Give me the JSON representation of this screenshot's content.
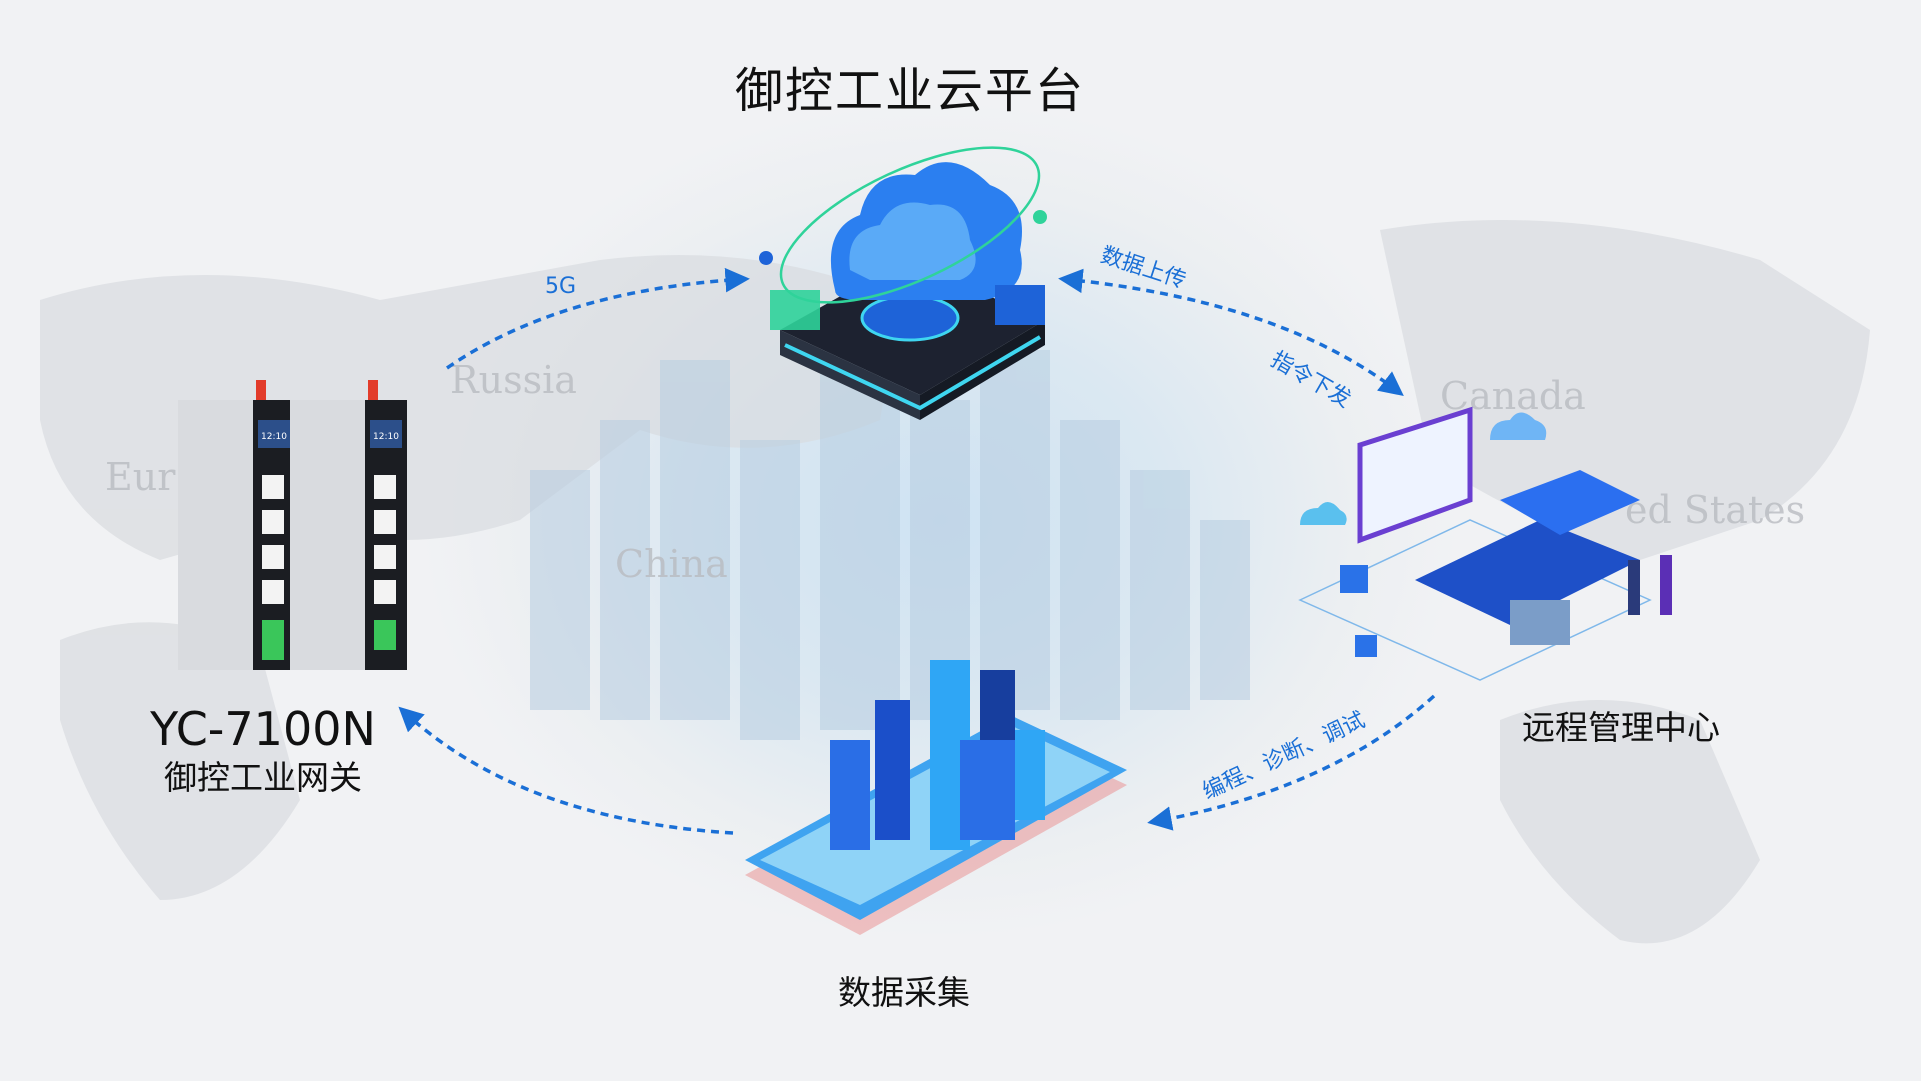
{
  "title": "御控工业云平台",
  "gateway": {
    "model": "YC-7100N",
    "name": "御控工业网关",
    "screen_time": "12:10"
  },
  "nodes": {
    "remote_center": "远程管理中心",
    "data_collection": "数据采集"
  },
  "links": {
    "gateway_to_cloud": "5G",
    "upload": "数据上传",
    "command": "指令下发",
    "ops": "编程、诊断、调试"
  },
  "map_labels": [
    "Russia",
    "Eur",
    "China",
    "Canada",
    "ed States"
  ],
  "colors": {
    "arrow": "#1a6fd6",
    "accent": "#1e63d8",
    "cyan": "#3fd6f0",
    "green": "#2fd39a"
  }
}
